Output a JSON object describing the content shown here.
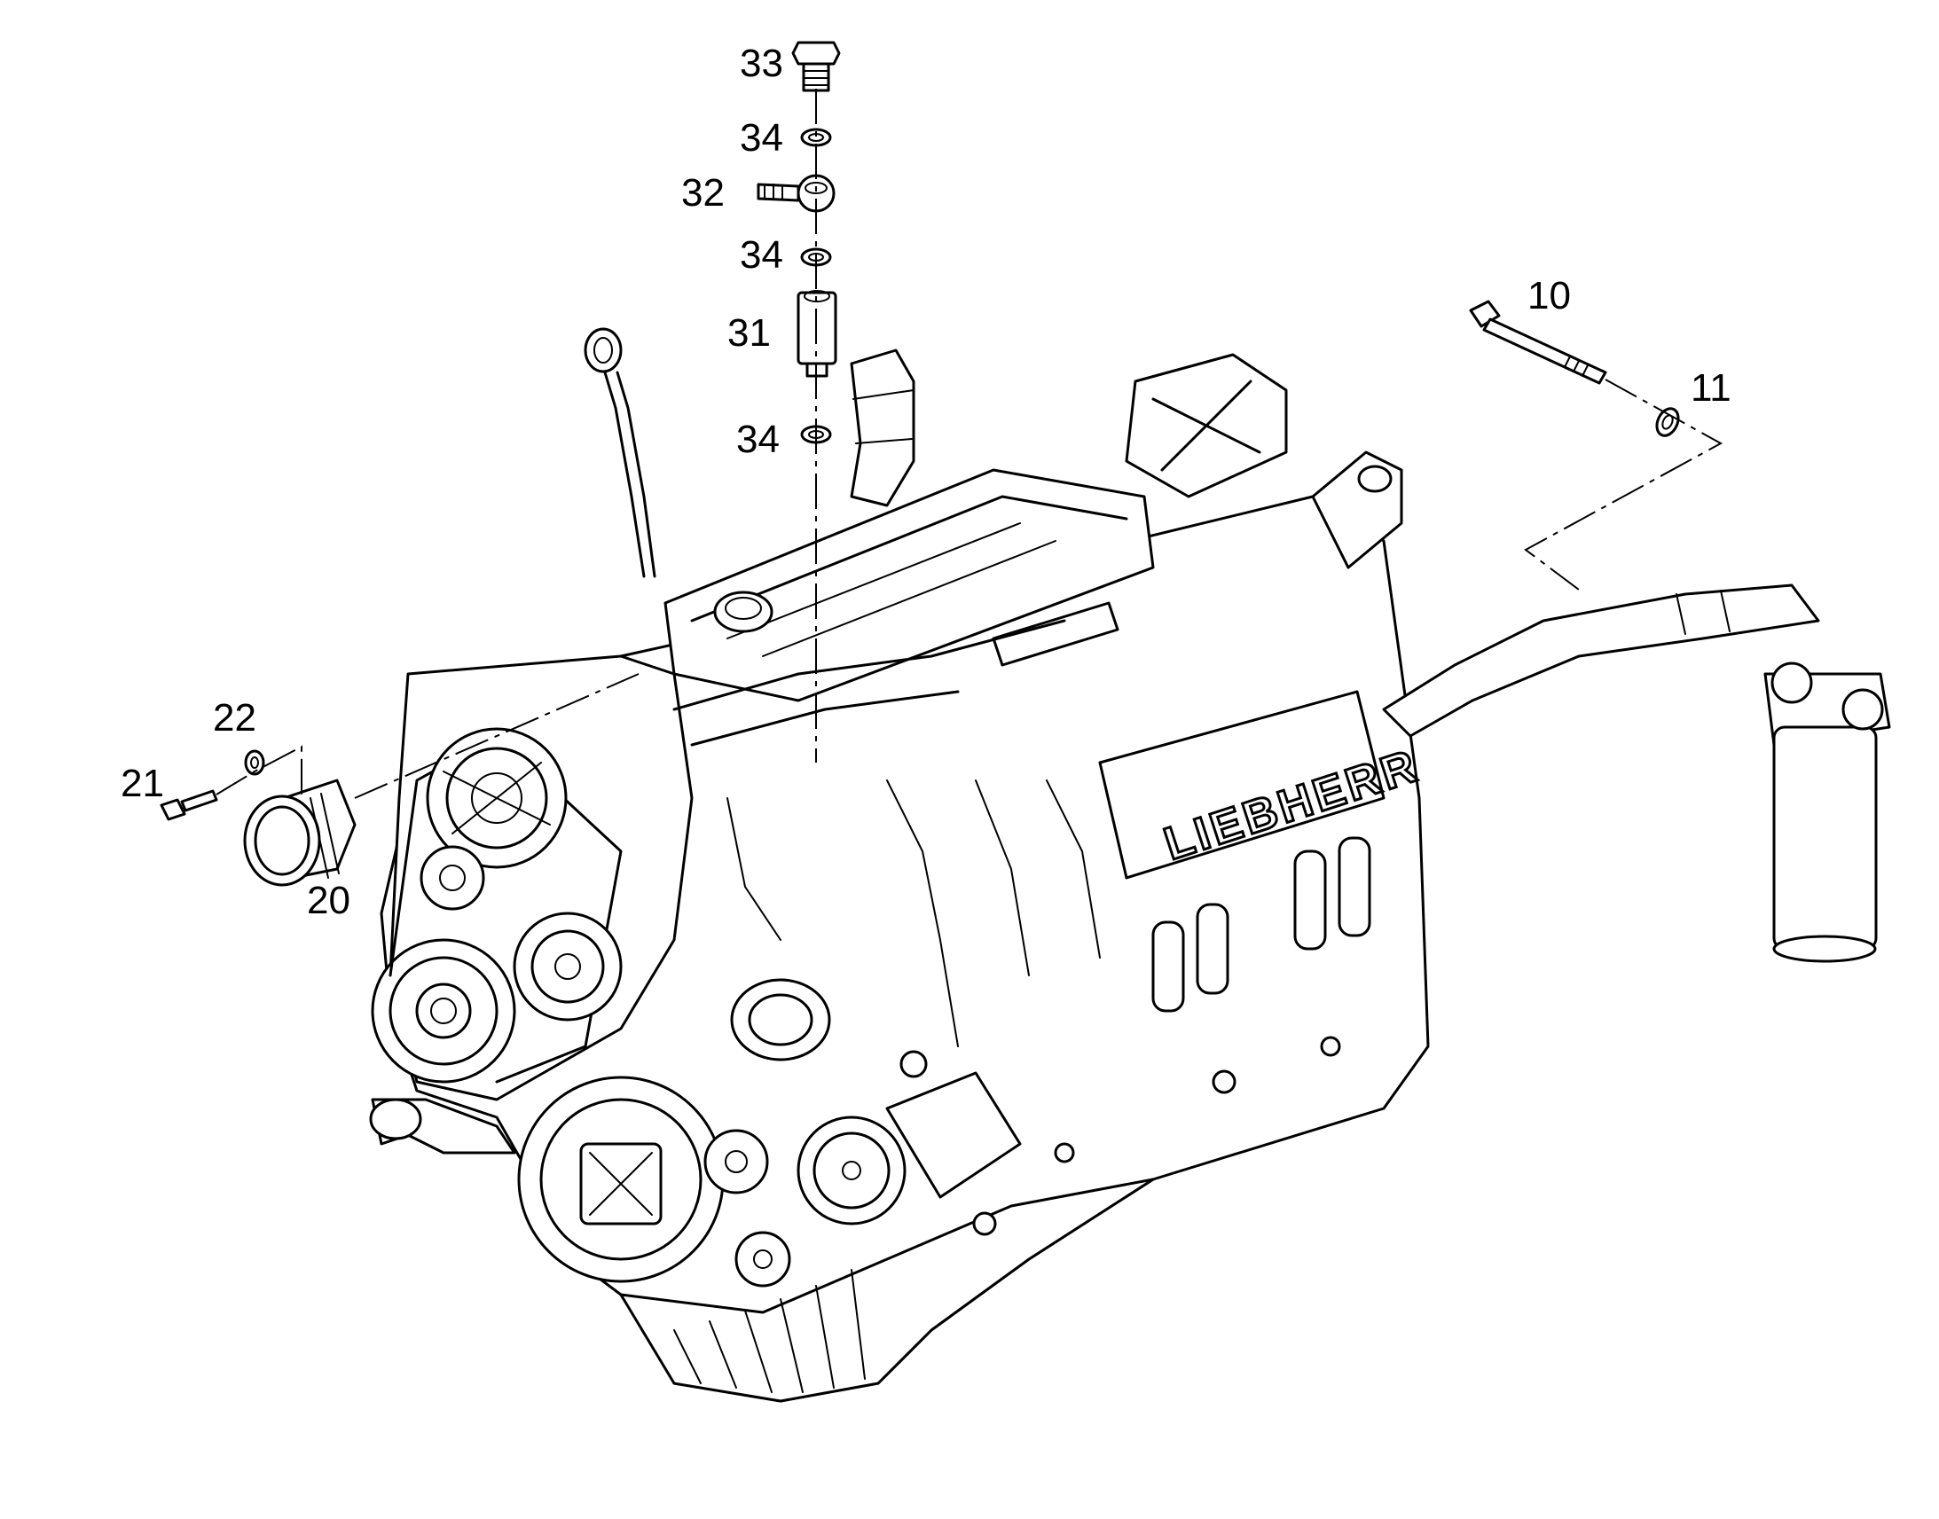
{
  "diagram": {
    "type": "exploded parts diagram",
    "brand_text": "LIEBHERR",
    "callouts": [
      {
        "id": "c33",
        "label": "33"
      },
      {
        "id": "c34a",
        "label": "34"
      },
      {
        "id": "c32",
        "label": "32"
      },
      {
        "id": "c34b",
        "label": "34"
      },
      {
        "id": "c31",
        "label": "31"
      },
      {
        "id": "c34c",
        "label": "34"
      },
      {
        "id": "c10",
        "label": "10"
      },
      {
        "id": "c11",
        "label": "11"
      },
      {
        "id": "c22",
        "label": "22"
      },
      {
        "id": "c21",
        "label": "21"
      },
      {
        "id": "c20",
        "label": "20"
      }
    ]
  }
}
